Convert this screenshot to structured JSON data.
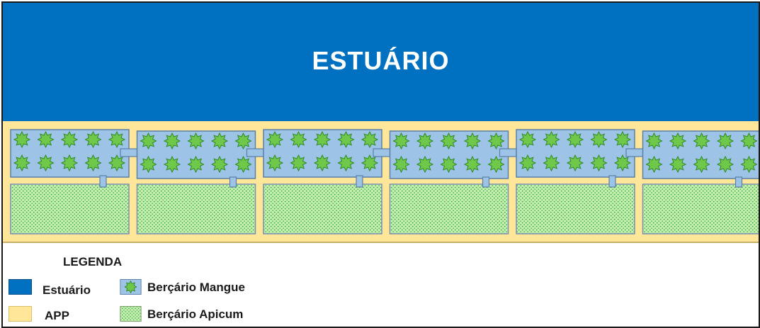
{
  "estuary": {
    "label": "ESTUÁRIO"
  },
  "legend": {
    "title": "LEGENDA",
    "items": [
      {
        "key": "estuario",
        "label": "Estuário",
        "color": "#0070c0"
      },
      {
        "key": "app",
        "label": "APP",
        "color": "#ffe699"
      },
      {
        "key": "bercario_mangue",
        "label": "Berçário Mangue",
        "color": "#9dc3e6",
        "icon": "mangrove-star-icon"
      },
      {
        "key": "bercario_apicum",
        "label": "Berçário Apicum",
        "color": "#a9e28f",
        "icon": "dotted-green-pattern"
      }
    ]
  },
  "colors": {
    "estuary": "#0070c0",
    "app": "#ffe699",
    "mangue_fill": "#9dc3e6",
    "mangue_border": "#5b7fa6",
    "star_fill": "#70c84a",
    "star_stroke": "#2f8a2a",
    "apicum_fill": "#c6efb3",
    "apicum_dot": "#4cb848",
    "connector": "#9dc3e6"
  },
  "nursery_units": 6,
  "stars_per_row": 5
}
